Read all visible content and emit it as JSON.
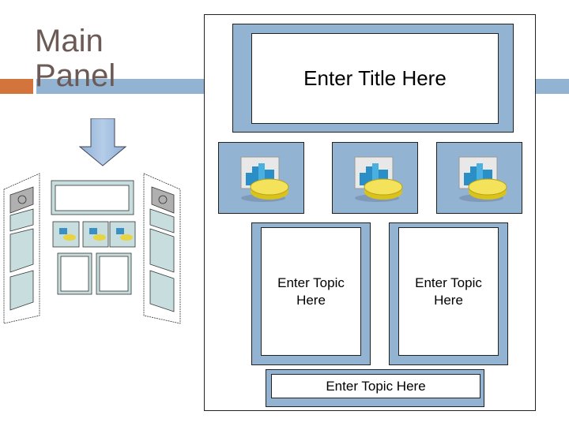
{
  "slide": {
    "title": "Main Panel",
    "accent_colors": {
      "orange": "#d2743c",
      "blue": "#93b3d3",
      "title_text": "#6b5a55"
    }
  },
  "main_panel": {
    "title_box": "Enter Title Here",
    "image_tiles": [
      {
        "icon": "chart-presentation-icon"
      },
      {
        "icon": "chart-presentation-icon"
      },
      {
        "icon": "chart-presentation-icon"
      }
    ],
    "topic_boxes": [
      "Enter Topic Here",
      "Enter Topic Here"
    ],
    "bottom_topic": "Enter Topic Here"
  },
  "thumbnail": {
    "description": "tri-fold board thumbnail",
    "arrow": "down-arrow-icon"
  }
}
